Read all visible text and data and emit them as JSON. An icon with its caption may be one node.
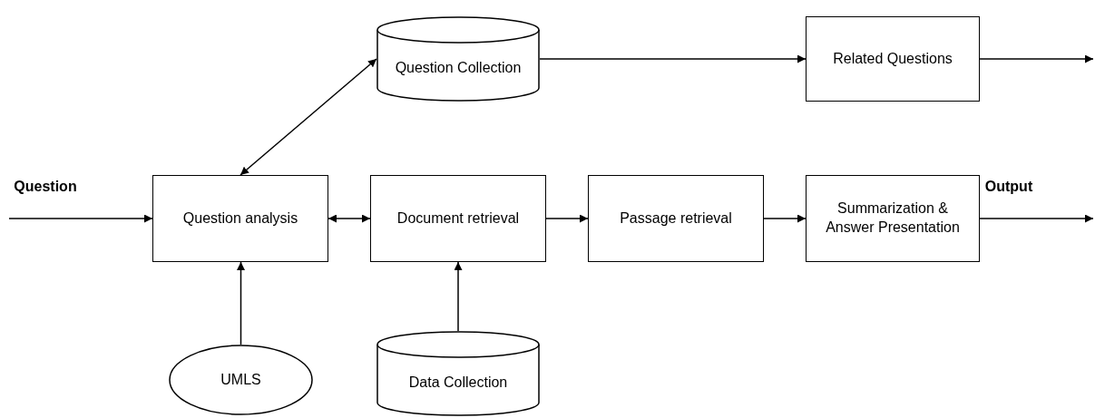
{
  "diagram": {
    "nodes": [
      {
        "text": [
          "Question Collection"
        ]
      },
      {
        "text": [
          "Related Questions"
        ]
      },
      {
        "text": [
          "Question analysis"
        ]
      },
      {
        "text": [
          "Document retrieval"
        ]
      },
      {
        "text": [
          "Passage retrieval"
        ]
      },
      {
        "text": [
          "Summarization & Answer Presentation"
        ]
      },
      {
        "text": [
          "UMLS"
        ]
      },
      {
        "text": [
          "Data Collection"
        ]
      }
    ],
    "edges": [
      {
        "from": null,
        "to": 2,
        "arrow": "to",
        "label": "Question"
      },
      {
        "from": 2,
        "to": 0,
        "arrow": "both"
      },
      {
        "from": 0,
        "to": 1,
        "arrow": "to"
      },
      {
        "from": 1,
        "to": null,
        "arrow": "to"
      },
      {
        "from": 2,
        "to": 3,
        "arrow": "both"
      },
      {
        "from": 3,
        "to": 4,
        "arrow": "to"
      },
      {
        "from": 4,
        "to": 5,
        "arrow": "to"
      },
      {
        "from": 5,
        "to": null,
        "arrow": "to",
        "label": "Output"
      },
      {
        "from": 6,
        "to": 2,
        "arrow": "to"
      },
      {
        "from": 7,
        "to": 3,
        "arrow": "to"
      }
    ]
  }
}
